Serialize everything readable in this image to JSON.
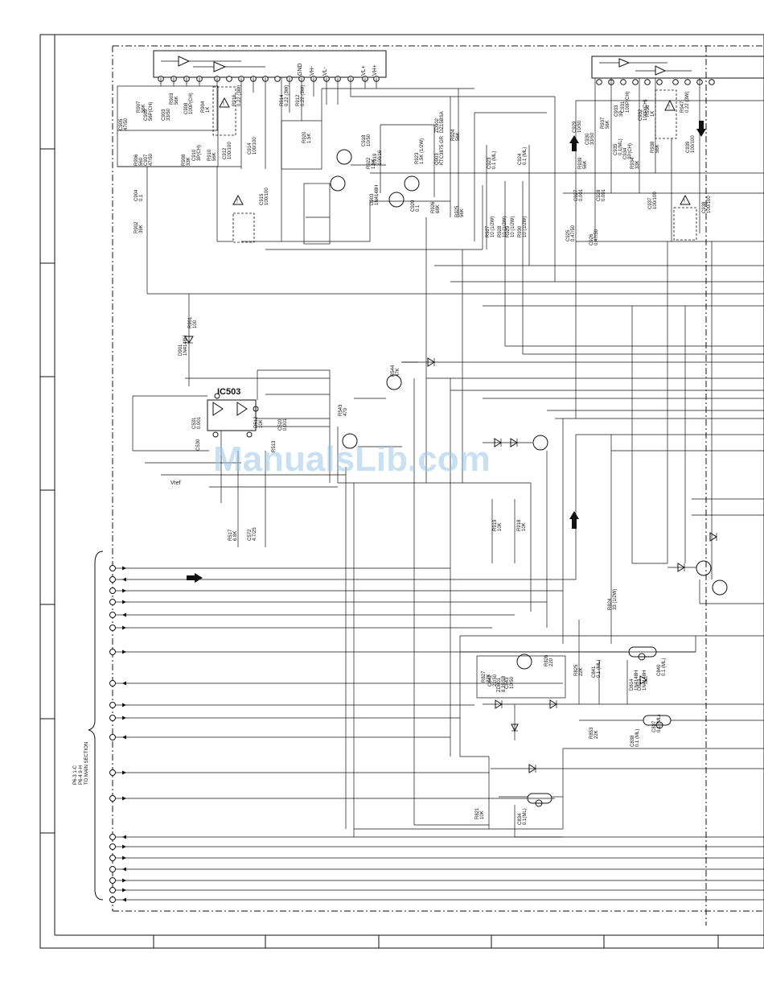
{
  "ic_main": {
    "name": "IC503",
    "pin_labels": [
      "GND",
      "VH-",
      "VL-",
      "VL+",
      "VH+"
    ]
  },
  "connector": {
    "label_lines": [
      "P6-3 1-C",
      "P6-4 9-H",
      "TO MAIN SECTION"
    ]
  },
  "vref_label": "Vref",
  "watermark": "ManualsLib.com",
  "components": {
    "left_top": [
      {
        "id": "C905",
        "v": "47/50"
      },
      {
        "id": "C909",
        "v": "56P(CH)"
      },
      {
        "id": "R907",
        "v": "56K"
      },
      {
        "id": "C903",
        "v": "33/50"
      },
      {
        "id": "R903",
        "v": "56K"
      },
      {
        "id": "C908",
        "v": "100P(CH)"
      },
      {
        "id": "R904",
        "v": "1K"
      },
      {
        "id": "R906",
        "v": "560"
      },
      {
        "id": "C907",
        "v": "47/50"
      },
      {
        "id": "R908",
        "v": "33K"
      },
      {
        "id": "C910",
        "v": "3P(CH)"
      },
      {
        "id": "R910",
        "v": "56K"
      },
      {
        "id": "C912",
        "v": "100/100"
      },
      {
        "id": "C914",
        "v": "100/100"
      },
      {
        "id": "R916",
        "v": "0.22 (3W)"
      },
      {
        "id": "R914",
        "v": "0.22 (3W)"
      },
      {
        "id": "R912",
        "v": "0.22 (3W)"
      },
      {
        "id": "C904",
        "v": "0.1"
      },
      {
        "id": "R902",
        "v": "39K"
      },
      {
        "id": "C915",
        "v": "100/100"
      }
    ],
    "center_top": [
      {
        "id": "R920",
        "v": "1.5K"
      },
      {
        "id": "C918",
        "v": "10/50"
      },
      {
        "id": "R922",
        "v": "1.5K"
      },
      {
        "id": "C919",
        "v": "100/16"
      },
      {
        "id": "R923",
        "v": "1.5K (1/2W)"
      },
      {
        "id": "ZD902",
        "v": "DZ15BSA"
      },
      {
        "id": "Q903",
        "v": "KTC3875 GR"
      },
      {
        "id": "R924",
        "v": "56K"
      },
      {
        "id": "D903",
        "v": "1N4148H"
      },
      {
        "id": "C920",
        "v": "0.1"
      },
      {
        "id": "R926",
        "v": "68K"
      },
      {
        "id": "R925",
        "v": "56K"
      },
      {
        "id": "C923",
        "v": "0.1 (ML)"
      },
      {
        "id": "C924",
        "v": "0.1 (ML)"
      },
      {
        "id": "R927",
        "v": "10 (1/2W)"
      },
      {
        "id": "R928",
        "v": "10 (1/2W)"
      },
      {
        "id": "R929",
        "v": "10 (1/2W)"
      },
      {
        "id": "R930",
        "v": "10 (1/2W)"
      }
    ],
    "right_top": [
      {
        "id": "C929",
        "v": "10/50"
      },
      {
        "id": "R939",
        "v": "56K"
      },
      {
        "id": "C930",
        "v": "33/50"
      },
      {
        "id": "R937",
        "v": "56K"
      },
      {
        "id": "C933",
        "v": "3P"
      },
      {
        "id": "C931",
        "v": "100P(CH)"
      },
      {
        "id": "C935",
        "v": "0.1(ML)"
      },
      {
        "id": "C934",
        "v": "3P(CH)"
      },
      {
        "id": "R934",
        "v": "33K"
      },
      {
        "id": "C932",
        "v": "100P(CH)"
      },
      {
        "id": "R936",
        "v": "1K"
      },
      {
        "id": "R938",
        "v": "56K"
      },
      {
        "id": "R947",
        "v": "0.22 (3W)"
      },
      {
        "id": "C939",
        "v": "100/100"
      },
      {
        "id": "C927",
        "v": "0.001"
      },
      {
        "id": "C928",
        "v": "0.001"
      },
      {
        "id": "C925",
        "v": "0.47/50"
      },
      {
        "id": "C926",
        "v": "0.47/50"
      },
      {
        "id": "C937",
        "v": "100/100"
      },
      {
        "id": "C938",
        "v": "100/100"
      }
    ],
    "middle": [
      {
        "id": "R901",
        "v": "100"
      },
      {
        "id": "D901",
        "v": "1N4148H"
      },
      {
        "id": "C531",
        "v": "0.001"
      },
      {
        "id": "C530",
        "v": ""
      },
      {
        "id": "R543",
        "v": "470"
      },
      {
        "id": "R544",
        "v": "47K"
      },
      {
        "id": "R512",
        "v": "10K"
      },
      {
        "id": "R513",
        "v": ""
      },
      {
        "id": "C510",
        "v": "0.001"
      },
      {
        "id": "R517",
        "v": "6.8K"
      },
      {
        "id": "C572",
        "v": "4.7/25"
      },
      {
        "id": "R919",
        "v": "10K"
      },
      {
        "id": "R918",
        "v": "10K"
      }
    ],
    "bottom": [
      {
        "id": "R824",
        "v": "33 (1/2W)"
      },
      {
        "id": "R827",
        "v": "22K"
      },
      {
        "id": "C842",
        "v": "22/50"
      },
      {
        "id": "ZD801",
        "v": "8.2BSB"
      },
      {
        "id": "C843",
        "v": "10/50"
      },
      {
        "id": "R826",
        "v": "220"
      },
      {
        "id": "R825",
        "v": "22K"
      },
      {
        "id": "C841",
        "v": "0.1 (ML)"
      },
      {
        "id": "D814",
        "v": "1N4148H"
      },
      {
        "id": "D813",
        "v": "1N4148H"
      },
      {
        "id": "C840",
        "v": "0.1 (ML)"
      },
      {
        "id": "R853",
        "v": "22K"
      },
      {
        "id": "C838",
        "v": "0.1 (ML)"
      },
      {
        "id": "C837",
        "v": "0.1 (ML)"
      },
      {
        "id": "R821",
        "v": "10K"
      },
      {
        "id": "C834",
        "v": "0.1(ML)"
      }
    ]
  }
}
